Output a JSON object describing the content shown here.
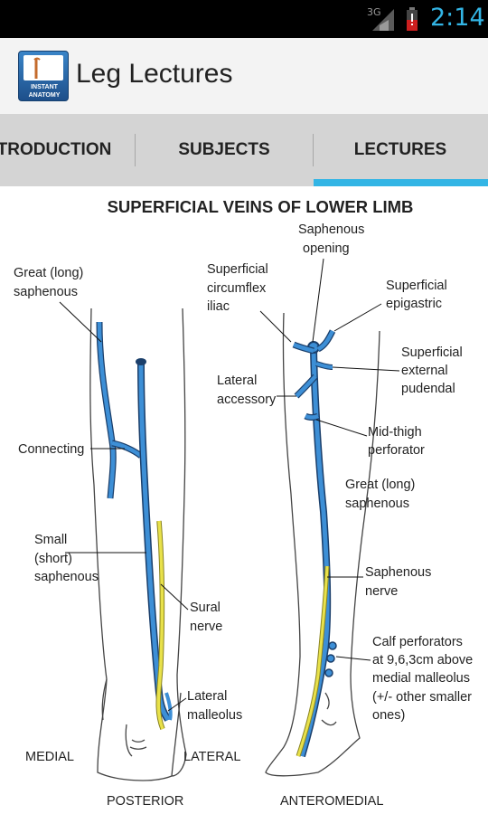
{
  "status_bar": {
    "network": "3G",
    "time": "2:14"
  },
  "action_bar": {
    "icon_top": "INSTANT",
    "icon_bottom": "ANATOMY",
    "title": "Leg Lectures"
  },
  "tabs": [
    {
      "label": "TRODUCTION"
    },
    {
      "label": "SUBJECTS"
    },
    {
      "label": "LECTURES"
    }
  ],
  "diagram": {
    "title": "SUPERFICIAL VEINS OF LOWER LIMB",
    "labels": {
      "great_long_saphenous_left_1": "Great (long)",
      "great_long_saphenous_left_2": "saphenous",
      "connecting": "Connecting",
      "small_1": "Small",
      "small_2": "(short)",
      "small_3": "saphenous",
      "sural_1": "Sural",
      "sural_2": "nerve",
      "lat_mall_1": "Lateral",
      "lat_mall_2": "malleolus",
      "medial": "MEDIAL",
      "lateral": "LATERAL",
      "posterior": "POSTERIOR",
      "saph_open_1": "Saphenous",
      "saph_open_2": "opening",
      "sup_circ_1": "Superficial",
      "sup_circ_2": "circumflex",
      "sup_circ_3": "iliac",
      "sup_epi_1": "Superficial",
      "sup_epi_2": "epigastric",
      "sup_ext_1": "Superficial",
      "sup_ext_2": "external",
      "sup_ext_3": "pudendal",
      "lat_acc_1": "Lateral",
      "lat_acc_2": "accessory",
      "mid_thigh_1": "Mid-thigh",
      "mid_thigh_2": "perforator",
      "great_right_1": "Great (long)",
      "great_right_2": "saphenous",
      "saph_nerve_1": "Saphenous",
      "saph_nerve_2": "nerve",
      "calf_1": "Calf perforators",
      "calf_2": "at 9,6,3cm above",
      "calf_3": "medial malleolus",
      "calf_4": "(+/- other smaller",
      "calf_5": "ones)",
      "anteromedial": "ANTEROMEDIAL"
    },
    "colors": {
      "vein": "#3d8fd6",
      "vein_outline": "#1b3f6b",
      "nerve": "#e8e14a",
      "outline": "#444444"
    }
  }
}
